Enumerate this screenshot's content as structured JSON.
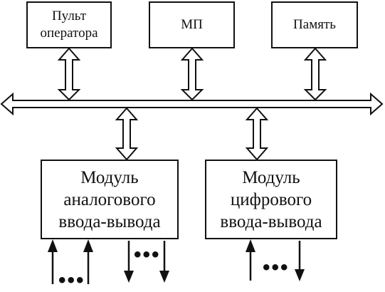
{
  "blocks": {
    "operator_console": {
      "line1": "Пульт",
      "line2": "оператора"
    },
    "mp": {
      "label": "МП"
    },
    "memory": {
      "label": "Память"
    },
    "analog_module": {
      "line1": "Модуль",
      "line2": "аналогового",
      "line3": "ввода-вывода"
    },
    "digital_module": {
      "line1": "Модуль",
      "line2": "цифрового",
      "line3": "ввода-вывода"
    }
  },
  "ellipsis": {
    "analog_inputs": "•••",
    "analog_outputs": "•••",
    "digital_io": "•••"
  },
  "colors": {
    "stroke": "#111111",
    "background": "#ffffff"
  }
}
